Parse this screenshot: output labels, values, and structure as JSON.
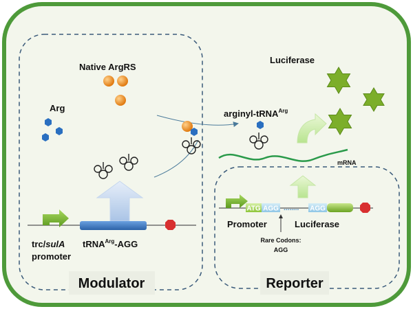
{
  "modulator": {
    "title": "Modulator",
    "native_argrs": "Native ArgRS",
    "arg": "Arg",
    "promoter_line1": "trc/",
    "promoter_italic": "sulA",
    "promoter_line2": "promoter",
    "trna_prefix": "tRNA",
    "trna_sup": "Arg",
    "trna_suffix": "-AGG"
  },
  "reporter": {
    "title": "Reporter",
    "luciferase": "Luciferase",
    "arginyl_prefix": "arginyl-tRNA",
    "arginyl_sup": "Arg",
    "mrna": "mRNA",
    "codon_atg": "ATG",
    "codon_agg1": "AGG",
    "codon_agg2": "AGG",
    "codon_dots": "........",
    "promoter": "Promoter",
    "luciferase_gene": "Luciferase",
    "rare_codons": "Rare Codons:",
    "rare_codons_value": "AGG"
  },
  "colors": {
    "cell_border": "#4e9a3a",
    "cell_fill": "#f3f6ec",
    "dashed": "#3a5a7a",
    "argrs": "#ee8c1a",
    "arg": "#2a6fc0",
    "star": "#7cae2a",
    "gene_blue": "#3f7ec8",
    "gene_green": "#8fc23a",
    "stop": "#d83030",
    "mrna": "#2a9a4a"
  }
}
